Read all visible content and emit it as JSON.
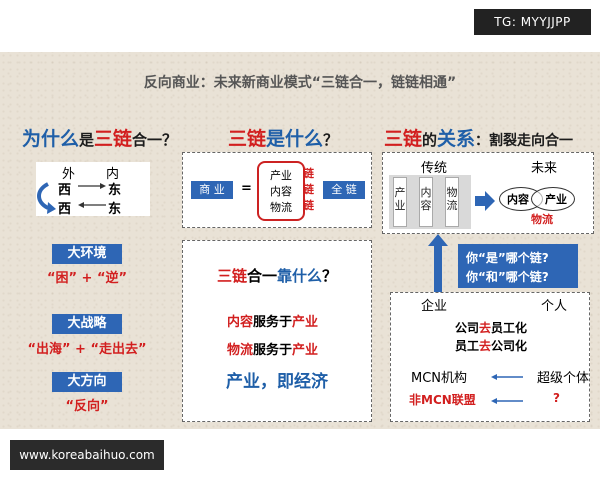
{
  "corner_badge": "TG: MYYJJPP",
  "site_badge": "www.koreabaihuo.com",
  "title": "反向商业：未来新商业模式“三链合一，链链相通”",
  "left": {
    "heading_a": "为什么",
    "heading_b": "是",
    "heading_c": "三链",
    "heading_d": "合一？",
    "wai": "外",
    "nei": "内",
    "xi1": "西",
    "dong1": "东",
    "xi2": "西",
    "dong2": "东",
    "item1_label": "大环境",
    "item1_sub": "“困” + “逆”",
    "item2_label": "大战略",
    "item2_sub": "“出海” + “走出去”",
    "item3_label": "大方向",
    "item3_sub": "“反向”"
  },
  "middle": {
    "heading_a": "三链",
    "heading_b": "是什么",
    "heading_c": "？",
    "shangye": "商 业",
    "equals": "=",
    "stack1": "产业",
    "stack2": "内容",
    "stack3": "物流",
    "lian": "链",
    "quanlian": "全 链",
    "lower_heading_a": "三链",
    "lower_heading_b": "合一",
    "lower_heading_c": "靠什么",
    "lower_heading_d": "？",
    "line1_a": "内容",
    "line1_b": "服务于",
    "line1_c": "产业",
    "line2_a": "物流",
    "line2_b": "服务于",
    "line2_c": "产业",
    "line3": "产业，即经济"
  },
  "right": {
    "heading_a": "三链",
    "heading_b": "的",
    "heading_c": "关系",
    "heading_d": "：割裂走向合一",
    "chuantong": "传统",
    "weilai": "未来",
    "bar1": "产业",
    "bar2": "内容",
    "bar3": "物流",
    "neirong": "内容",
    "chanye": "产业",
    "wuliu": "物流",
    "q1": "你“是”哪个链?",
    "q2": "你“和”哪个链?",
    "qiye": "企业",
    "geren": "个人",
    "r1_a": "公司",
    "r1_b": "去",
    "r1_c": "员工化",
    "r2_a": "员工",
    "r2_b": "去",
    "r2_c": "公司化",
    "mcn": "MCN机构",
    "chaoji": "超级个体",
    "fei_mcn": "非MCN联盟",
    "question": "?"
  },
  "colors": {
    "blue": "#2e66b5",
    "red": "#d21f1f",
    "slide_bg": "#e9e2d6"
  }
}
